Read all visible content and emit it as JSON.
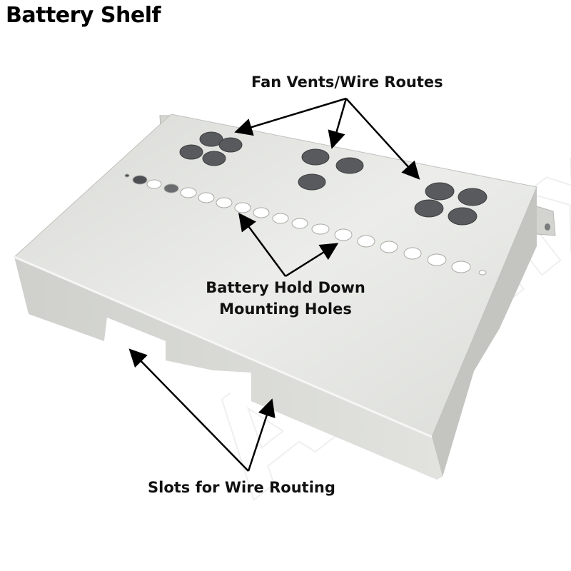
{
  "title": "Battery Shelf",
  "callouts": {
    "fan_vents": "Fan Vents/Wire Routes",
    "hold_down_line1": "Battery Hold Down",
    "hold_down_line2": "Mounting Holes",
    "slots": "Slots for Wire Routing"
  },
  "watermark": "Altelix",
  "colors": {
    "shelf_top": "#e4e5e1",
    "shelf_front": "#d8d9d5",
    "shelf_side": "#c9cac6",
    "hole": "#595b5e",
    "arrow": "#000000"
  }
}
